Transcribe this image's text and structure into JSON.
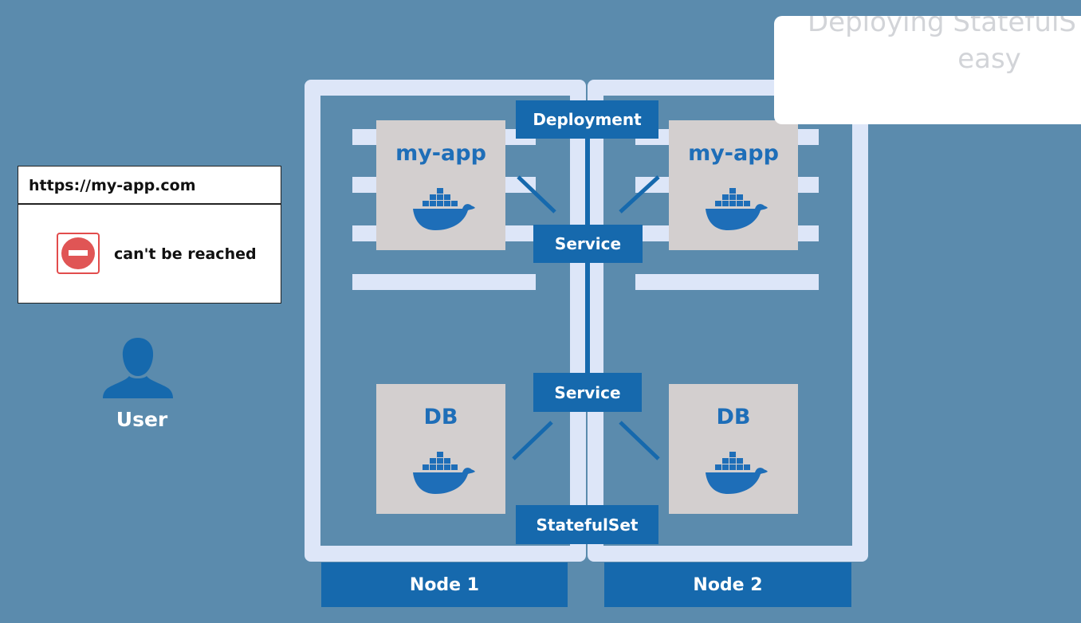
{
  "title_card": {
    "line1": "Deploying StatefulS",
    "line2": "easy"
  },
  "browser": {
    "url": "https://my-app.com",
    "error_text": "can't be reached",
    "error_icon": "no-entry-icon",
    "error_color": "#e05555"
  },
  "user": {
    "label": "User",
    "icon": "user-silhouette-icon"
  },
  "nodes": [
    {
      "label": "Node 1"
    },
    {
      "label": "Node 2"
    }
  ],
  "pods": {
    "app_label": "my-app",
    "db_label": "DB",
    "icon": "docker-whale-icon"
  },
  "components": {
    "deployment": "Deployment",
    "service_app": "Service",
    "service_db": "Service",
    "statefulset": "StatefulSet"
  },
  "colors": {
    "background": "#5b8bad",
    "accent": "#1669ad",
    "frame": "#dde6f8",
    "pod": "#d3cfcf",
    "pod_text": "#1e6eb8"
  }
}
